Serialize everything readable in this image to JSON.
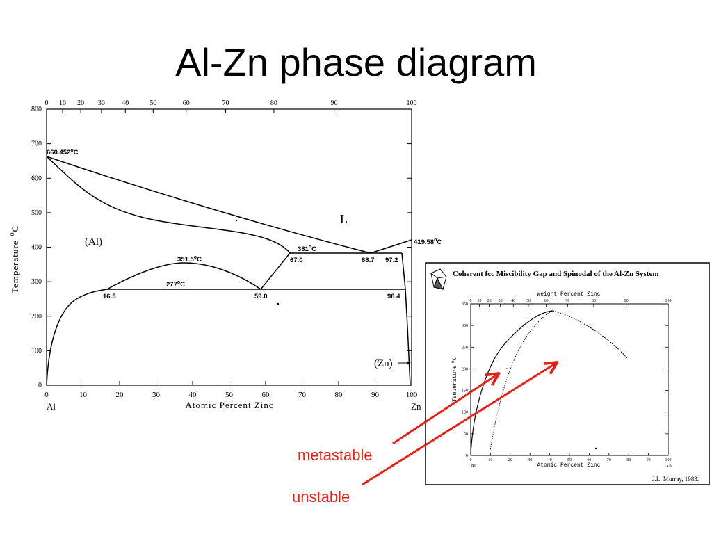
{
  "slide": {
    "title": "Al-Zn phase diagram"
  },
  "main_diagram": {
    "top_axis": {
      "ticks": [
        "0",
        "10",
        "20",
        "30",
        "40",
        "50",
        "60",
        "70",
        "80",
        "90",
        "100"
      ]
    },
    "bottom_axis": {
      "ticks": [
        "0",
        "10",
        "20",
        "30",
        "40",
        "50",
        "60",
        "70",
        "80",
        "90",
        "100"
      ],
      "label": "Atomic Percent Zinc"
    },
    "y_axis": {
      "ticks": [
        "0",
        "100",
        "200",
        "300",
        "400",
        "500",
        "600",
        "700",
        "800"
      ],
      "label": "Temperature",
      "unit": "oC"
    },
    "element_left": "Al",
    "element_right": "Zn",
    "phase_liquid": "L",
    "phase_al": "(Al)",
    "phase_zn": "(Zn)",
    "labels": {
      "al_melting": "660.452",
      "zn_melting": "419.58",
      "monotectoid_top": "351.5",
      "eutectic": "381",
      "eutectoid": "277",
      "comp_165": "16.5",
      "comp_590": "59.0",
      "comp_670": "67.0",
      "comp_887": "88.7",
      "comp_972": "97.2",
      "comp_984": "98.4",
      "unit_o": "o",
      "unit_c": "C"
    }
  },
  "inset": {
    "title": "Coherent fcc Miscibility Gap and Spinodal of the Al-Zn System",
    "top_axis": {
      "label": "Weight Percent Zinc",
      "ticks": [
        "0",
        "10",
        "20",
        "30",
        "40",
        "50",
        "60",
        "70",
        "80",
        "90",
        "100"
      ]
    },
    "bottom_axis": {
      "label": "Atomic Percent Zinc",
      "ticks": [
        "0",
        "10",
        "20",
        "30",
        "40",
        "50",
        "60",
        "70",
        "80",
        "90",
        "100"
      ]
    },
    "y_axis": {
      "label": "Temperature",
      "unit": "oC",
      "ticks": [
        "0",
        "50",
        "100",
        "150",
        "200",
        "250",
        "300",
        "350"
      ]
    },
    "element_left": "Al",
    "element_right": "Zn",
    "credit": "J.L. Murray, 1983."
  },
  "annotations": {
    "metastable": "metastable",
    "unstable": "unstable",
    "color": "#e2231a"
  }
}
